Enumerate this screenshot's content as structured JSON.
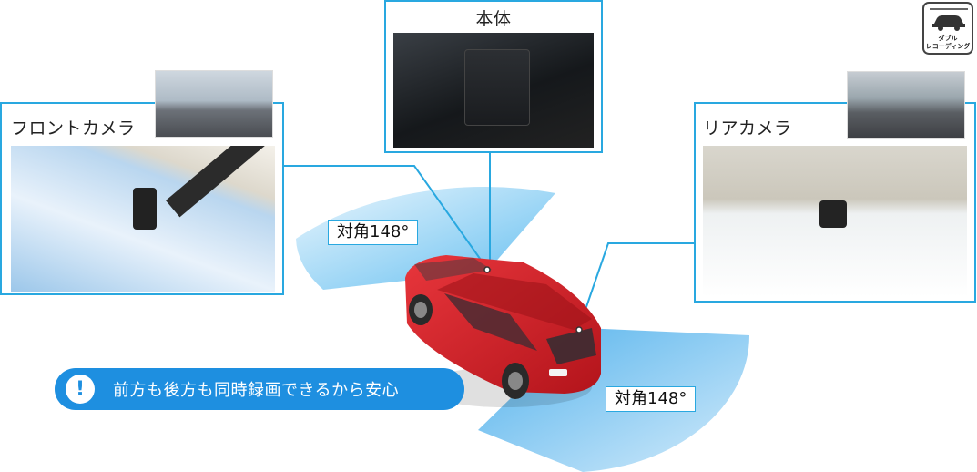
{
  "main_unit": {
    "label": "本体"
  },
  "front_camera": {
    "label": "フロントカメラ"
  },
  "rear_camera": {
    "label": "リアカメラ"
  },
  "front_angle": {
    "label": "対角148°"
  },
  "rear_angle": {
    "label": "対角148°"
  },
  "notice": {
    "icon": "exclamation-icon",
    "text": "前方も後方も同時録画できるから安心"
  },
  "badge": {
    "icon": "dual-recording-car-icon",
    "line1": "ダブル",
    "line2": "レコーディング"
  },
  "colors": {
    "accent": "#29a8e0",
    "notice_bg": "#1e8fe0",
    "car": "#d8222a"
  }
}
